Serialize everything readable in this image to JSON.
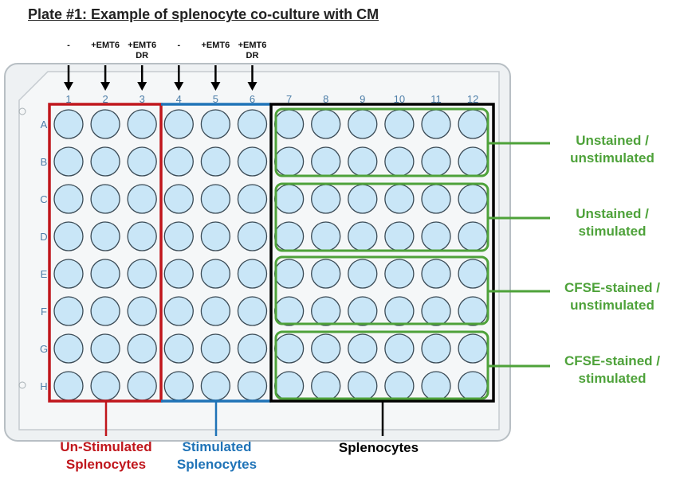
{
  "title": "Plate #1: Example of splenocyte co-culture with CM",
  "treatments": [
    {
      "col": 1,
      "label": "-"
    },
    {
      "col": 2,
      "label": "+EMT6"
    },
    {
      "col": 3,
      "label": "+EMT6\nDR"
    },
    {
      "col": 4,
      "label": "-"
    },
    {
      "col": 5,
      "label": "+EMT6"
    },
    {
      "col": 6,
      "label": "+EMT6\nDR"
    }
  ],
  "columns": [
    "1",
    "2",
    "3",
    "4",
    "5",
    "6",
    "7",
    "8",
    "9",
    "10",
    "11",
    "12"
  ],
  "rows": [
    "A",
    "B",
    "C",
    "D",
    "E",
    "F",
    "G",
    "H"
  ],
  "groups": {
    "unstimulated": "Un-Stimulated\nSplenocytes",
    "stimulated": "Stimulated\nSplenocytes",
    "splenocytes": "Splenocytes"
  },
  "conditions": [
    {
      "label": "Unstained /\nunstimulated"
    },
    {
      "label": "Unstained /\nstimulated"
    },
    {
      "label": "CFSE-stained /\nunstimulated"
    },
    {
      "label": "CFSE-stained /\nstimulated"
    }
  ],
  "colors": {
    "red": "#c0161c",
    "blue": "#1f73b7",
    "black": "#000000",
    "green": "#4ea23a",
    "well_fill": "#c9e6f7",
    "well_stroke": "#3a4a55",
    "plate_fill": "#eef1f3",
    "plate_stroke": "#b8bfc4",
    "label_color": "#4d7ea8"
  }
}
